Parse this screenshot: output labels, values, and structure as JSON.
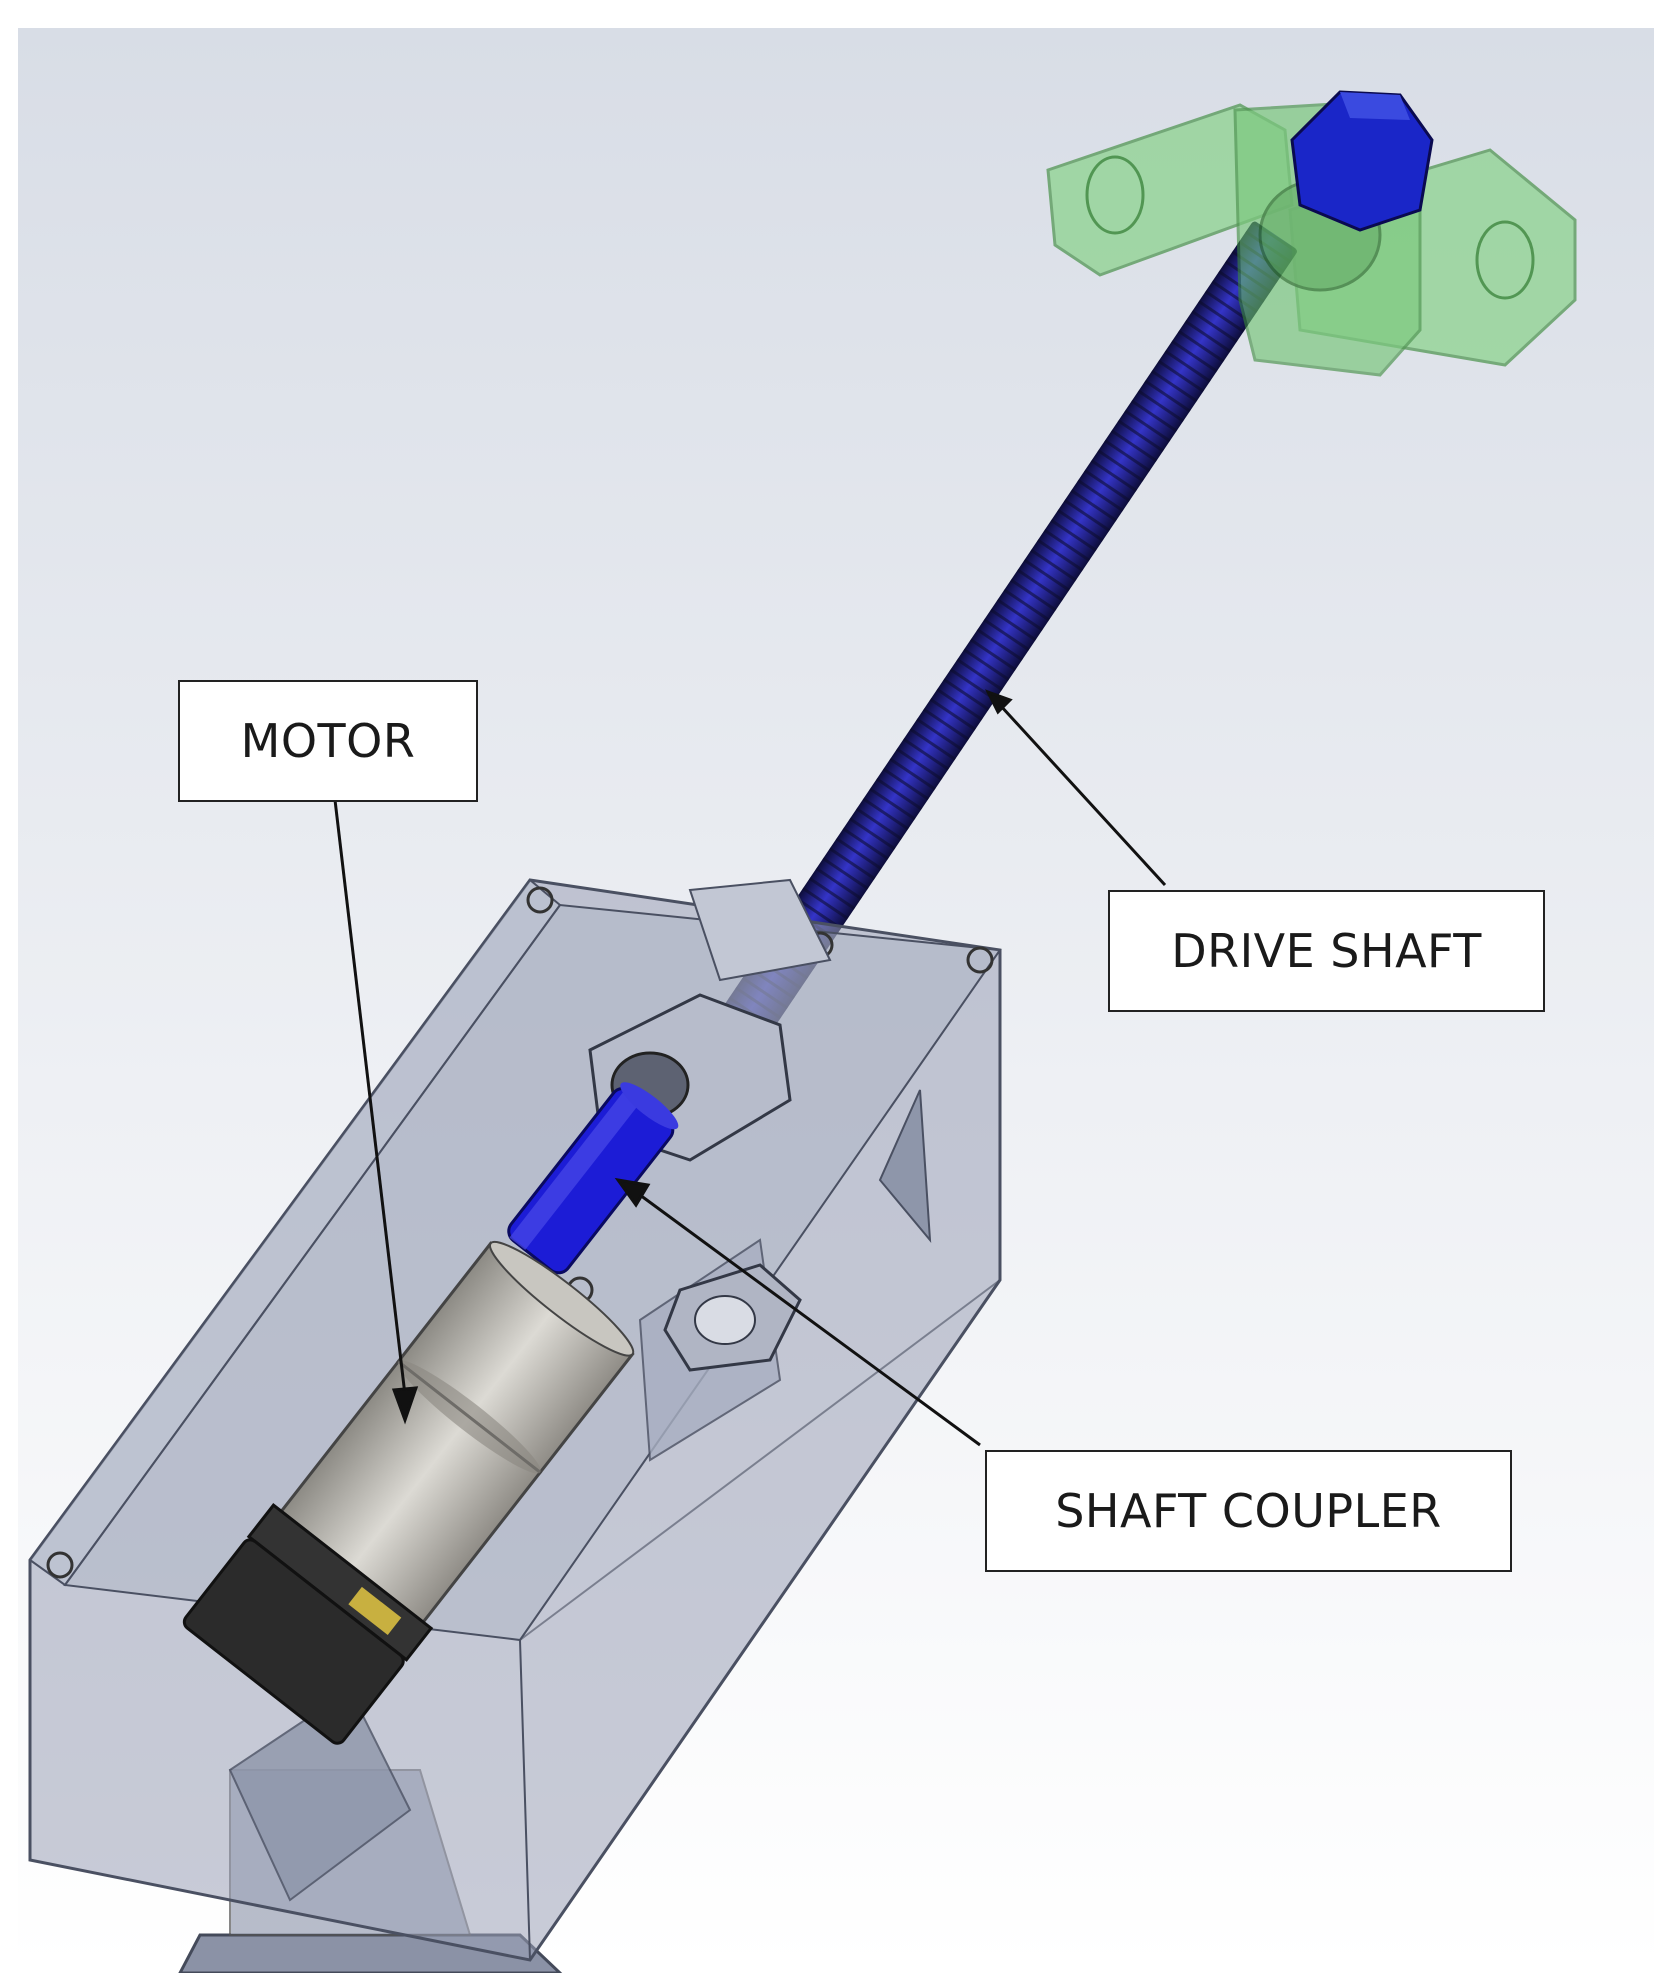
{
  "diagram": {
    "labels": {
      "motor": "MOTOR",
      "drive_shaft": "DRIVE SHAFT",
      "shaft_coupler": "SHAFT COUPLER"
    },
    "colors": {
      "background_top": "#dde1e8",
      "background_bottom": "#ffffff",
      "housing": "#a9b0c2",
      "drive_shaft": "#2a2ab8",
      "bracket": "#7fcf86",
      "coupler": "#1c1cd6",
      "motor_body": "#b9b6ae",
      "motor_cap": "#2b2b2b"
    }
  }
}
